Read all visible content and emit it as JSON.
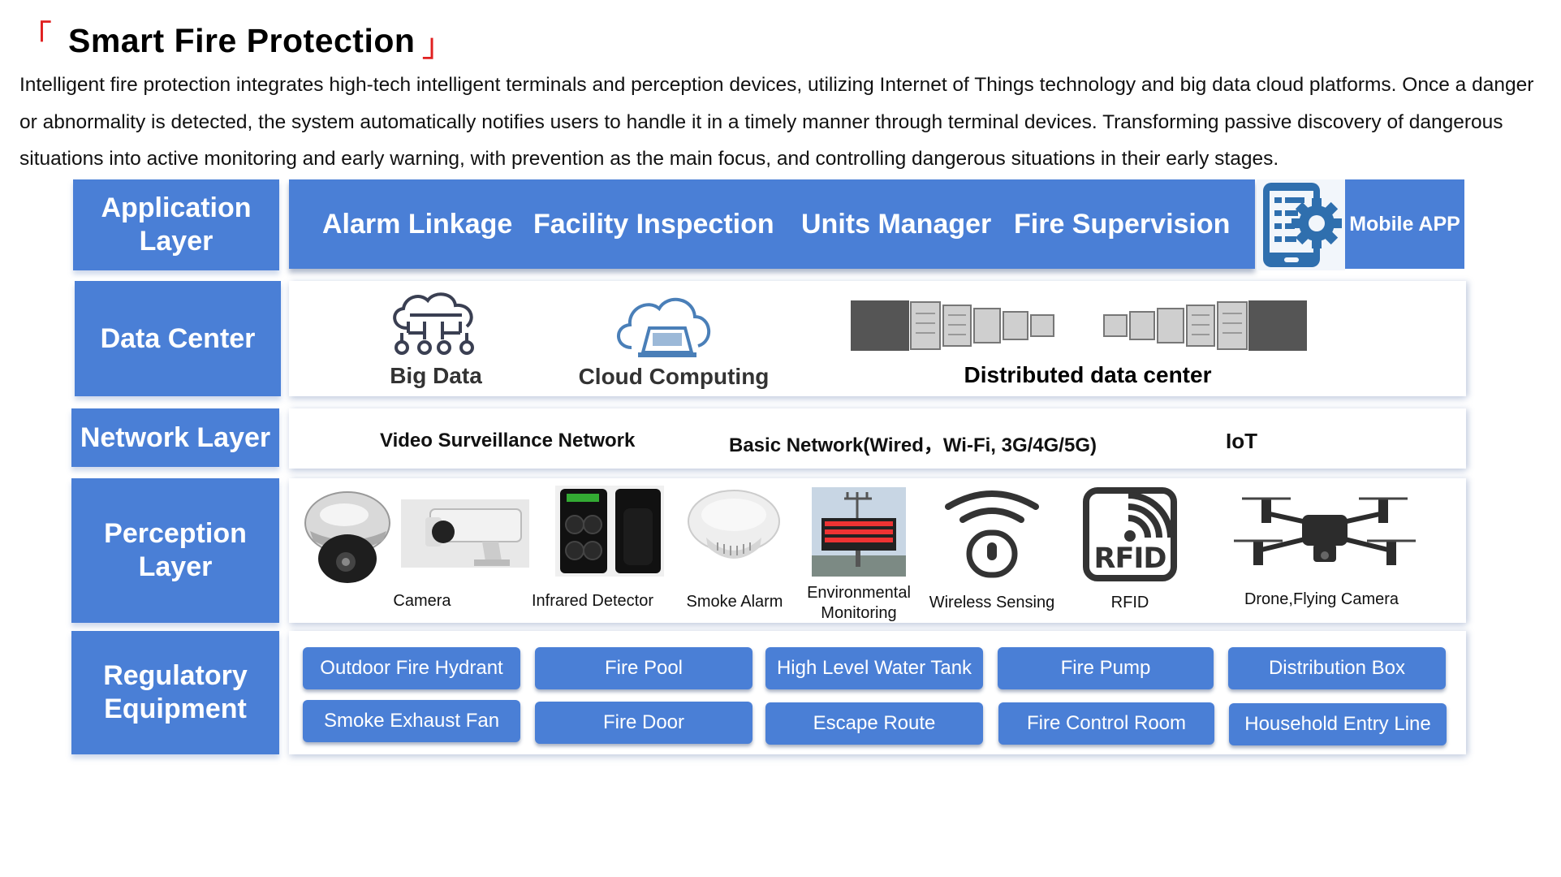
{
  "title": {
    "open_bracket": "「",
    "text": "Smart Fire Protection",
    "close_bracket": "」"
  },
  "intro": "Intelligent fire protection integrates high-tech intelligent terminals and perception devices, utilizing Internet of Things technology and big data cloud platforms. Once a danger or abnormality is detected, the system automatically notifies users to handle it in a timely manner through terminal devices. Transforming passive discovery of dangerous situations into active monitoring and early warning, with prevention as the main focus, and controlling dangerous situations in their early stages.",
  "layers": {
    "application": "Application Layer",
    "data_center": "Data Center",
    "network": "Network Layer",
    "perception": "Perception Layer",
    "regulatory": "Regulatory Equipment"
  },
  "application": {
    "items": [
      "Alarm Linkage",
      "Facility Inspection",
      "Units Manager",
      "Fire Supervision"
    ],
    "mobile_app": "Mobile APP",
    "app_icon": "mobile-settings-icon"
  },
  "data_center": {
    "big_data": "Big Data",
    "cloud_computing": "Cloud Computing",
    "distributed": "Distributed data center"
  },
  "network": {
    "items": [
      "Video Surveillance Network",
      "Basic Network(Wired，Wi-Fi, 3G/4G/5G)",
      "IoT"
    ]
  },
  "perception": {
    "camera": "Camera",
    "infrared": "Infrared Detector",
    "smoke": "Smoke Alarm",
    "environmental": "Environmental Monitoring",
    "wireless": "Wireless Sensing",
    "rfid": "RFID",
    "drone": "Drone,Flying Camera",
    "rfid_logo": "RFID"
  },
  "equipment": {
    "row1": [
      "Outdoor Fire Hydrant",
      "Fire Pool",
      "High Level Water Tank",
      "Fire Pump",
      "Distribution Box"
    ],
    "row2": [
      "Smoke Exhaust Fan",
      "Fire Door",
      "Escape Route",
      "Fire Control Room",
      "Household Entry Line"
    ]
  },
  "colors": {
    "accent": "#4a7fd6",
    "bracket": "#e02020"
  }
}
